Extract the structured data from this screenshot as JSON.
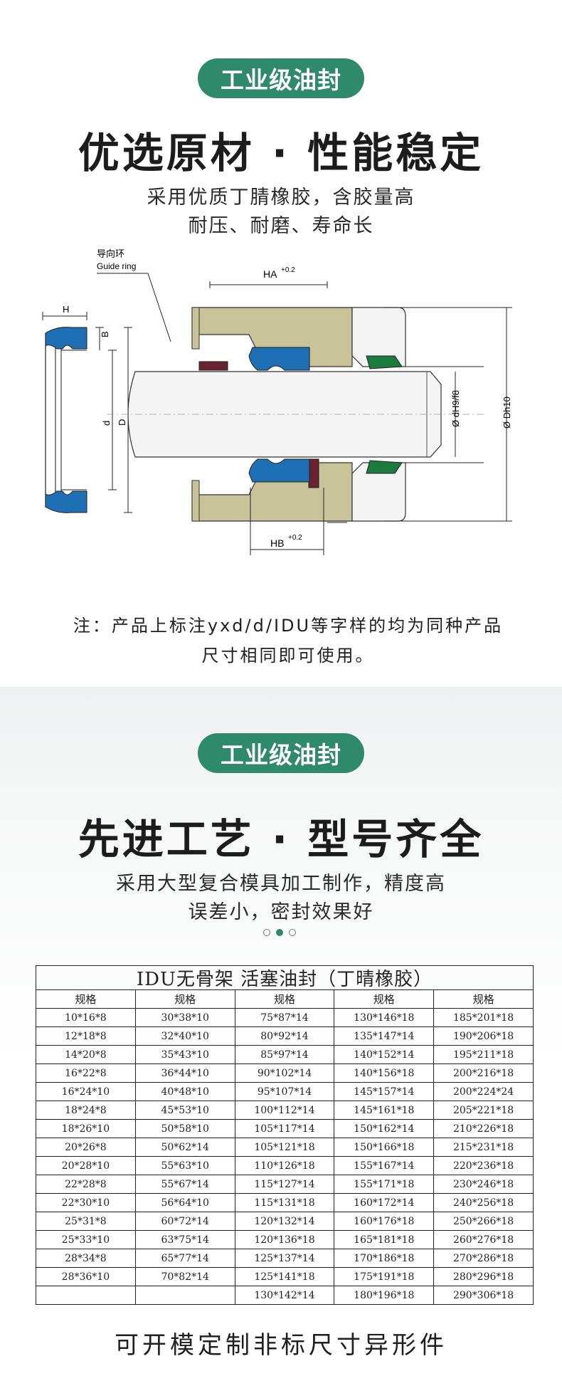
{
  "section1": {
    "badge": "工业级油封",
    "headline": "优选原材 · 性能稳定",
    "subtitle_lines": [
      "采用优质丁腈橡胶，含胶量高",
      "耐压、耐磨、寿命长"
    ],
    "diagram": {
      "guide_ring_cn": "导向环",
      "guide_ring_en": "Guide ring",
      "label_H": "H",
      "label_B": "B",
      "label_d": "d",
      "label_D": "D",
      "label_HA": "HA",
      "label_HA_tol": "+0.2",
      "label_HB": "HB",
      "label_HB_tol": "+0.2",
      "label_dH": "Ø dH9/f8",
      "label_Dh": "Ø Dh10",
      "colors": {
        "body": "#c9c39a",
        "seal": "#1f6fb5",
        "ring": "#6b2230",
        "wiper": "#1b7a3d",
        "rod": "#f4f4f4"
      }
    },
    "note_lines": [
      "注：产品上标注yxd/d/IDU等字样的均为同种产品",
      "尺寸相同即可使用。"
    ]
  },
  "section2": {
    "badge": "工业级油封",
    "headline": "先进工艺 · 型号齐全",
    "subtitle_lines": [
      "采用大型复合模具加工制作，精度高",
      "误差小，密封效果好"
    ],
    "table_title": "IDU无骨架 活塞油封（丁晴橡胶）",
    "headers": [
      "规格",
      "规格",
      "规格",
      "规格",
      "规格"
    ],
    "rows": [
      [
        "10*16*8",
        "30*38*10",
        "75*87*14",
        "130*146*18",
        "185*201*18"
      ],
      [
        "12*18*8",
        "32*40*10",
        "80*92*14",
        "135*147*14",
        "190*206*18"
      ],
      [
        "14*20*8",
        "35*43*10",
        "85*97*14",
        "140*152*14",
        "195*211*18"
      ],
      [
        "16*22*8",
        "36*44*10",
        "90*102*14",
        "140*156*18",
        "200*216*18"
      ],
      [
        "16*24*10",
        "40*48*10",
        "95*107*14",
        "145*157*14",
        "200*224*24"
      ],
      [
        "18*24*8",
        "45*53*10",
        "100*112*14",
        "145*161*18",
        "205*221*18"
      ],
      [
        "18*26*10",
        "50*58*10",
        "105*117*14",
        "150*162*14",
        "210*226*18"
      ],
      [
        "20*26*8",
        "50*62*14",
        "105*121*18",
        "150*166*18",
        "215*231*18"
      ],
      [
        "20*28*10",
        "55*63*10",
        "110*126*18",
        "155*167*14",
        "220*236*18"
      ],
      [
        "22*28*8",
        "55*67*14",
        "115*127*14",
        "155*171*18",
        "230*246*18"
      ],
      [
        "22*30*10",
        "56*64*10",
        "115*131*18",
        "160*172*14",
        "240*256*18"
      ],
      [
        "25*31*8",
        "60*72*14",
        "120*132*14",
        "160*176*18",
        "250*266*18"
      ],
      [
        "25*33*10",
        "63*75*14",
        "120*136*18",
        "165*181*18",
        "260*276*18"
      ],
      [
        "28*34*8",
        "65*77*14",
        "125*137*14",
        "170*186*18",
        "270*286*18"
      ],
      [
        "28*36*10",
        "70*82*14",
        "125*141*18",
        "175*191*18",
        "280*296*18"
      ],
      [
        "",
        "",
        "130*142*14",
        "180*196*18",
        "290*306*18"
      ]
    ],
    "footer": "可开模定制非标尺寸异形件"
  }
}
